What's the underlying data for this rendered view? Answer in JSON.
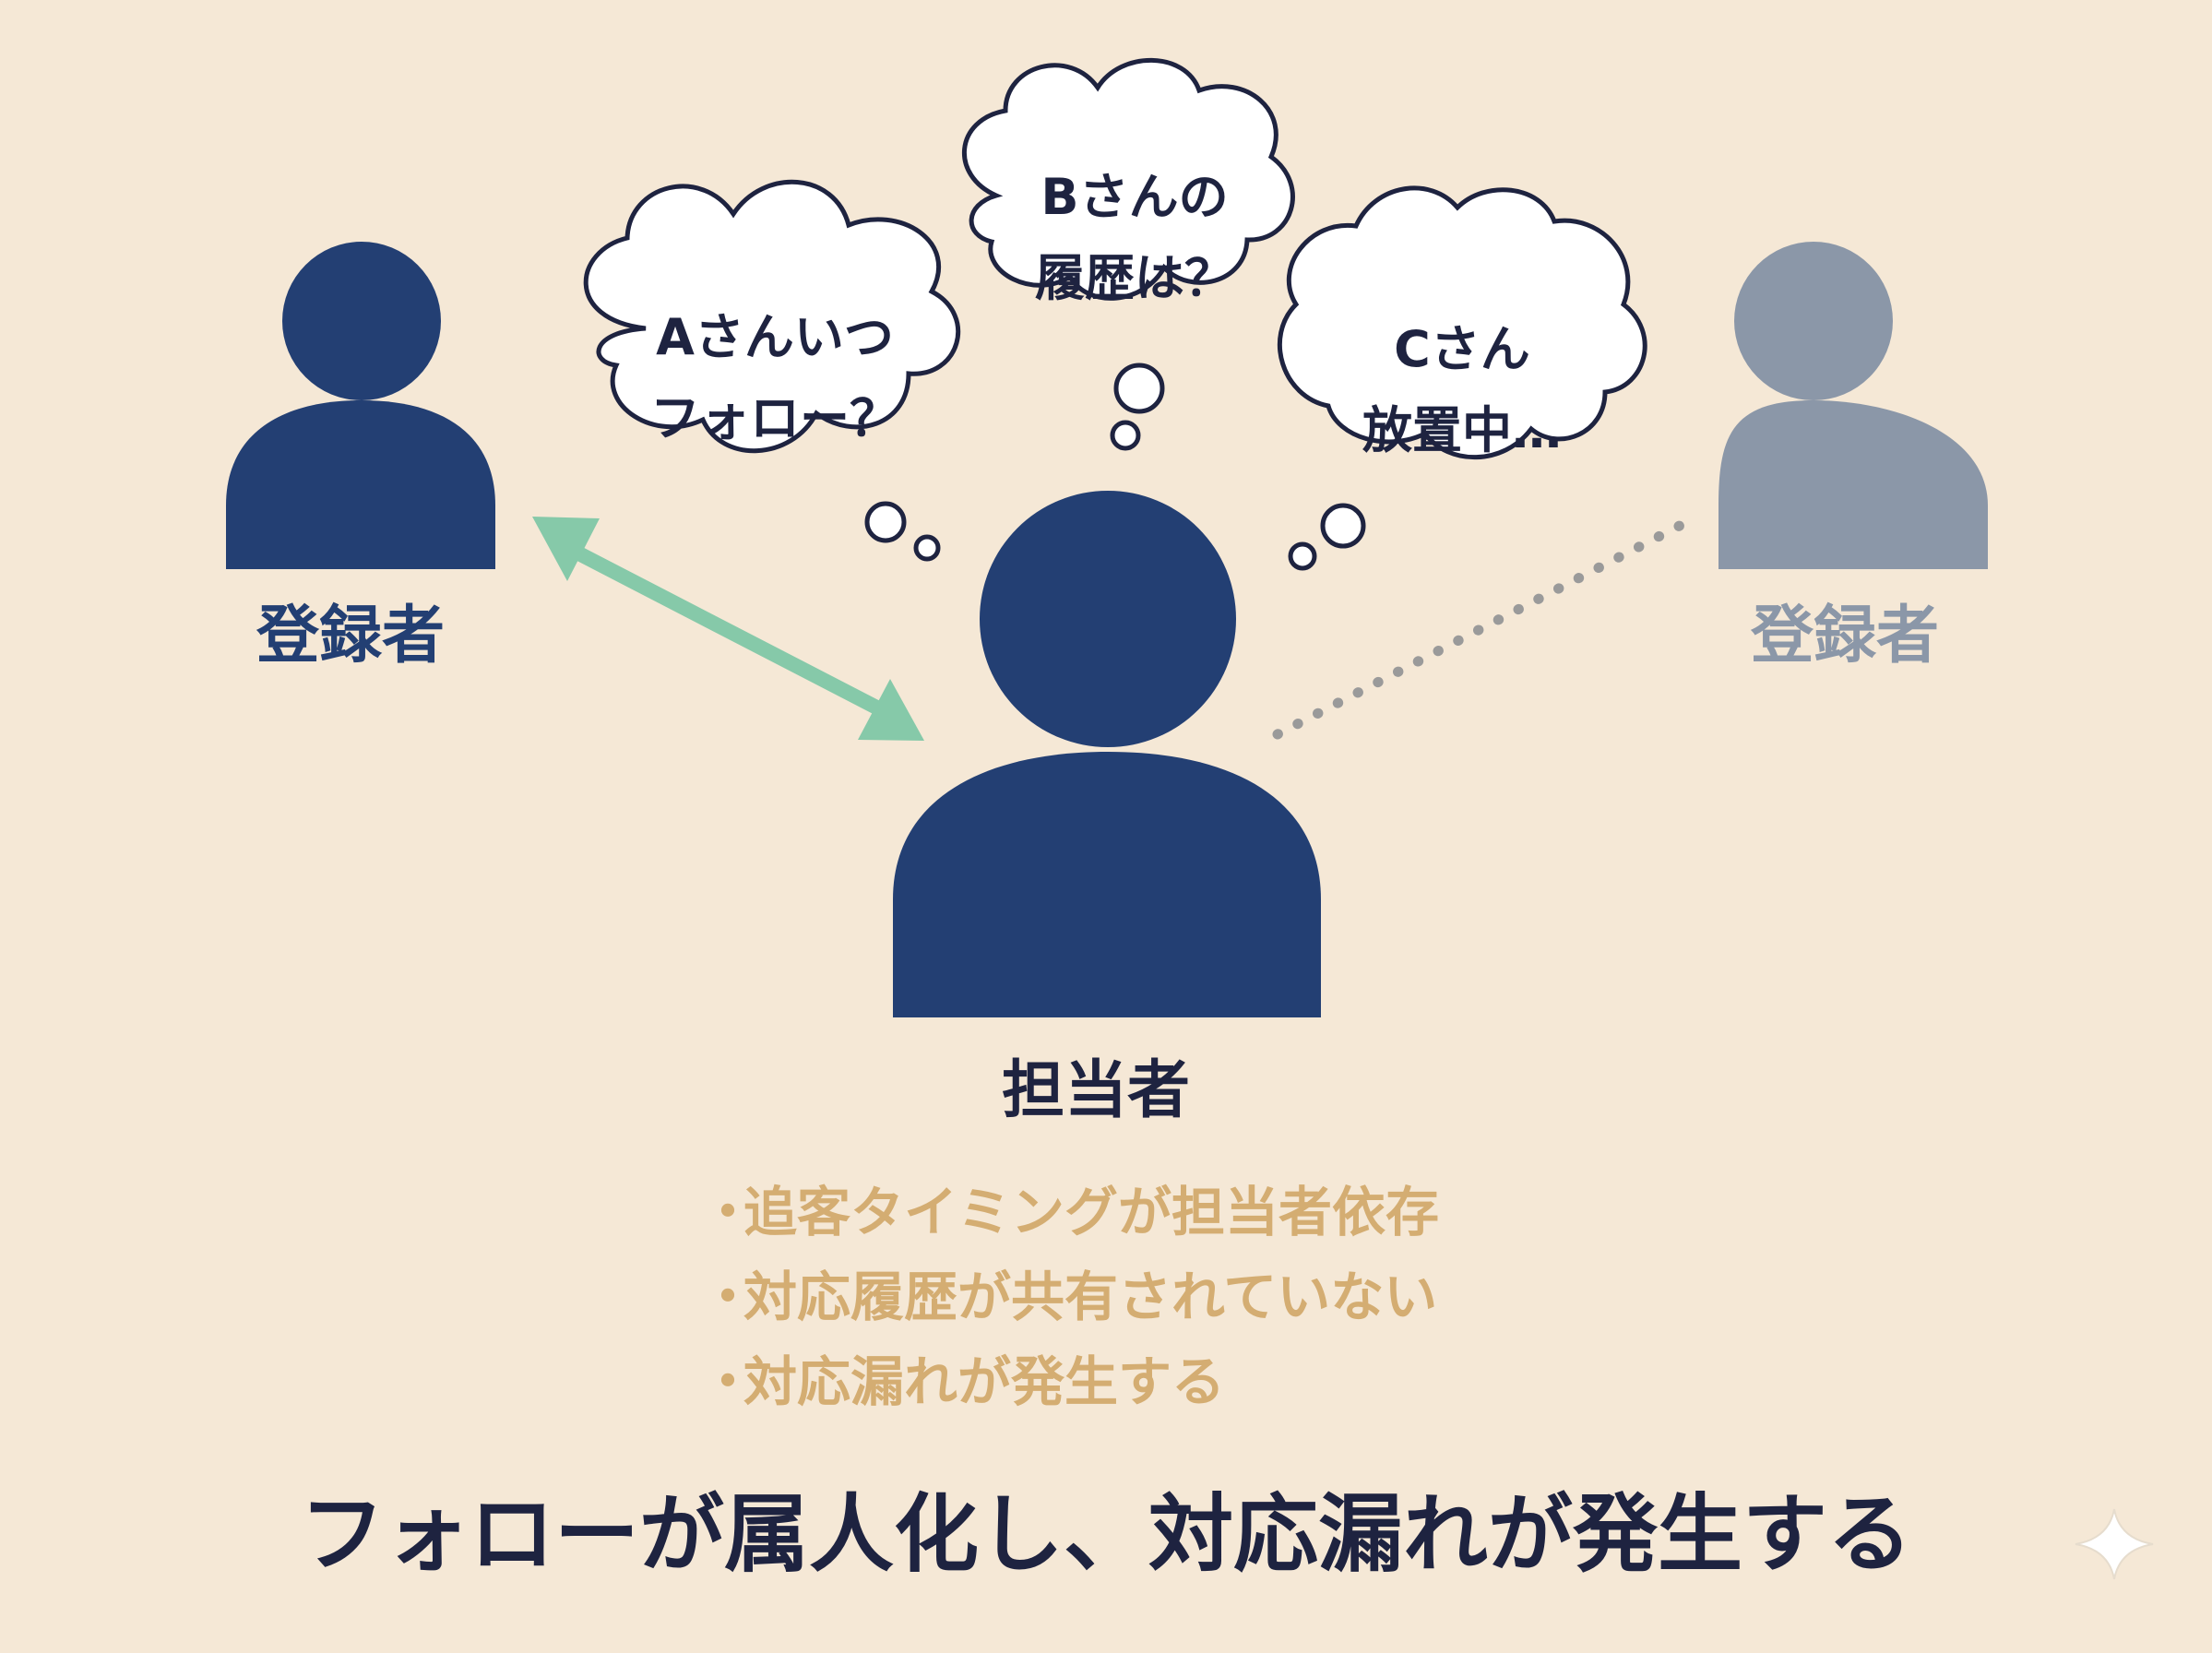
{
  "colors": {
    "background": "#f5e8d6",
    "navy": "#233f73",
    "gray_person": "#8b97a8",
    "teal_arrow": "#86c9a9",
    "dotted_line": "#9a9a9a",
    "bullet_text": "#d4ad72",
    "headline_text": "#1e2340",
    "sparkle": "#ffffff"
  },
  "persons": {
    "left": {
      "label": "登録者"
    },
    "center": {
      "label": "担当者"
    },
    "right": {
      "label": "登録者"
    }
  },
  "thoughts": {
    "a": {
      "line1": "Aさんいつ",
      "line2": "フォロー？"
    },
    "b": {
      "line1": "Bさんの",
      "line2": "履歴は？"
    },
    "c": {
      "line1": "Cさん",
      "line2": "放置中…"
    }
  },
  "bullet_marker": "・",
  "issues": [
    "追客タイミングが担当者依存",
    "対応履歴が共有されていない",
    "対応漏れが発生する"
  ],
  "headline": "フォローが属人化し、対応漏れが発生する",
  "icons": {
    "arrow": "double-headed-arrow-icon",
    "sparkle": "sparkle-icon"
  }
}
